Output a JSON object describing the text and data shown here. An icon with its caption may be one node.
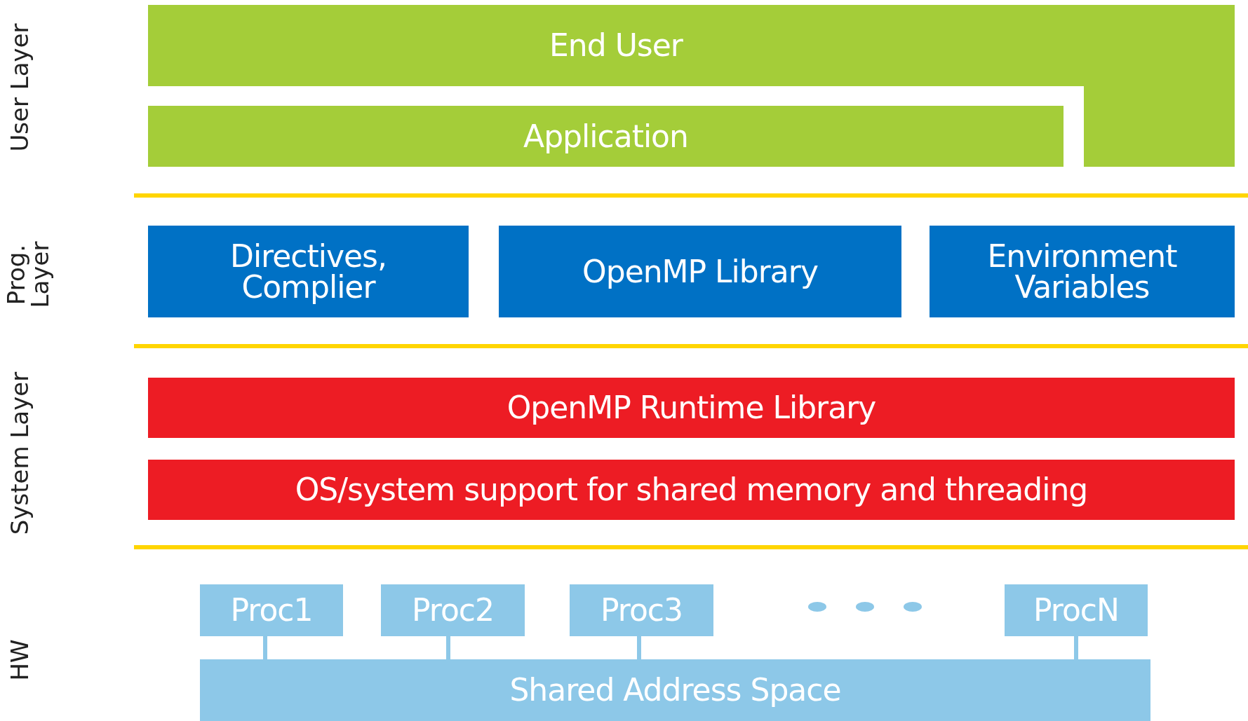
{
  "diagram": {
    "nodes": [
      {
        "text": [
          "End User"
        ]
      },
      {
        "text": [
          "Application"
        ]
      },
      {
        "text": [
          "Directives, Complier"
        ]
      },
      {
        "text": [
          "OpenMP Library"
        ]
      },
      {
        "text": [
          "Environment Variables"
        ]
      },
      {
        "text": [
          "OpenMP Runtime Library"
        ]
      },
      {
        "text": [
          "OS/system support for shared memory and threading"
        ]
      },
      {
        "text": [
          "Proc1"
        ]
      },
      {
        "text": [
          "Proc2"
        ]
      },
      {
        "text": [
          "Proc3"
        ]
      },
      {
        "text": [
          "ProcN"
        ]
      },
      {
        "text": [
          "Shared Address Space"
        ]
      }
    ],
    "edges": [
      {
        "from": 7,
        "to": 11,
        "arrow": "none"
      },
      {
        "from": 8,
        "to": 11,
        "arrow": "none"
      },
      {
        "from": 9,
        "to": 11,
        "arrow": "none"
      },
      {
        "from": 10,
        "to": 11,
        "arrow": "none"
      }
    ],
    "labels": [
      "User Layer",
      "Prog. Layer",
      "System Layer",
      "HW"
    ]
  }
}
